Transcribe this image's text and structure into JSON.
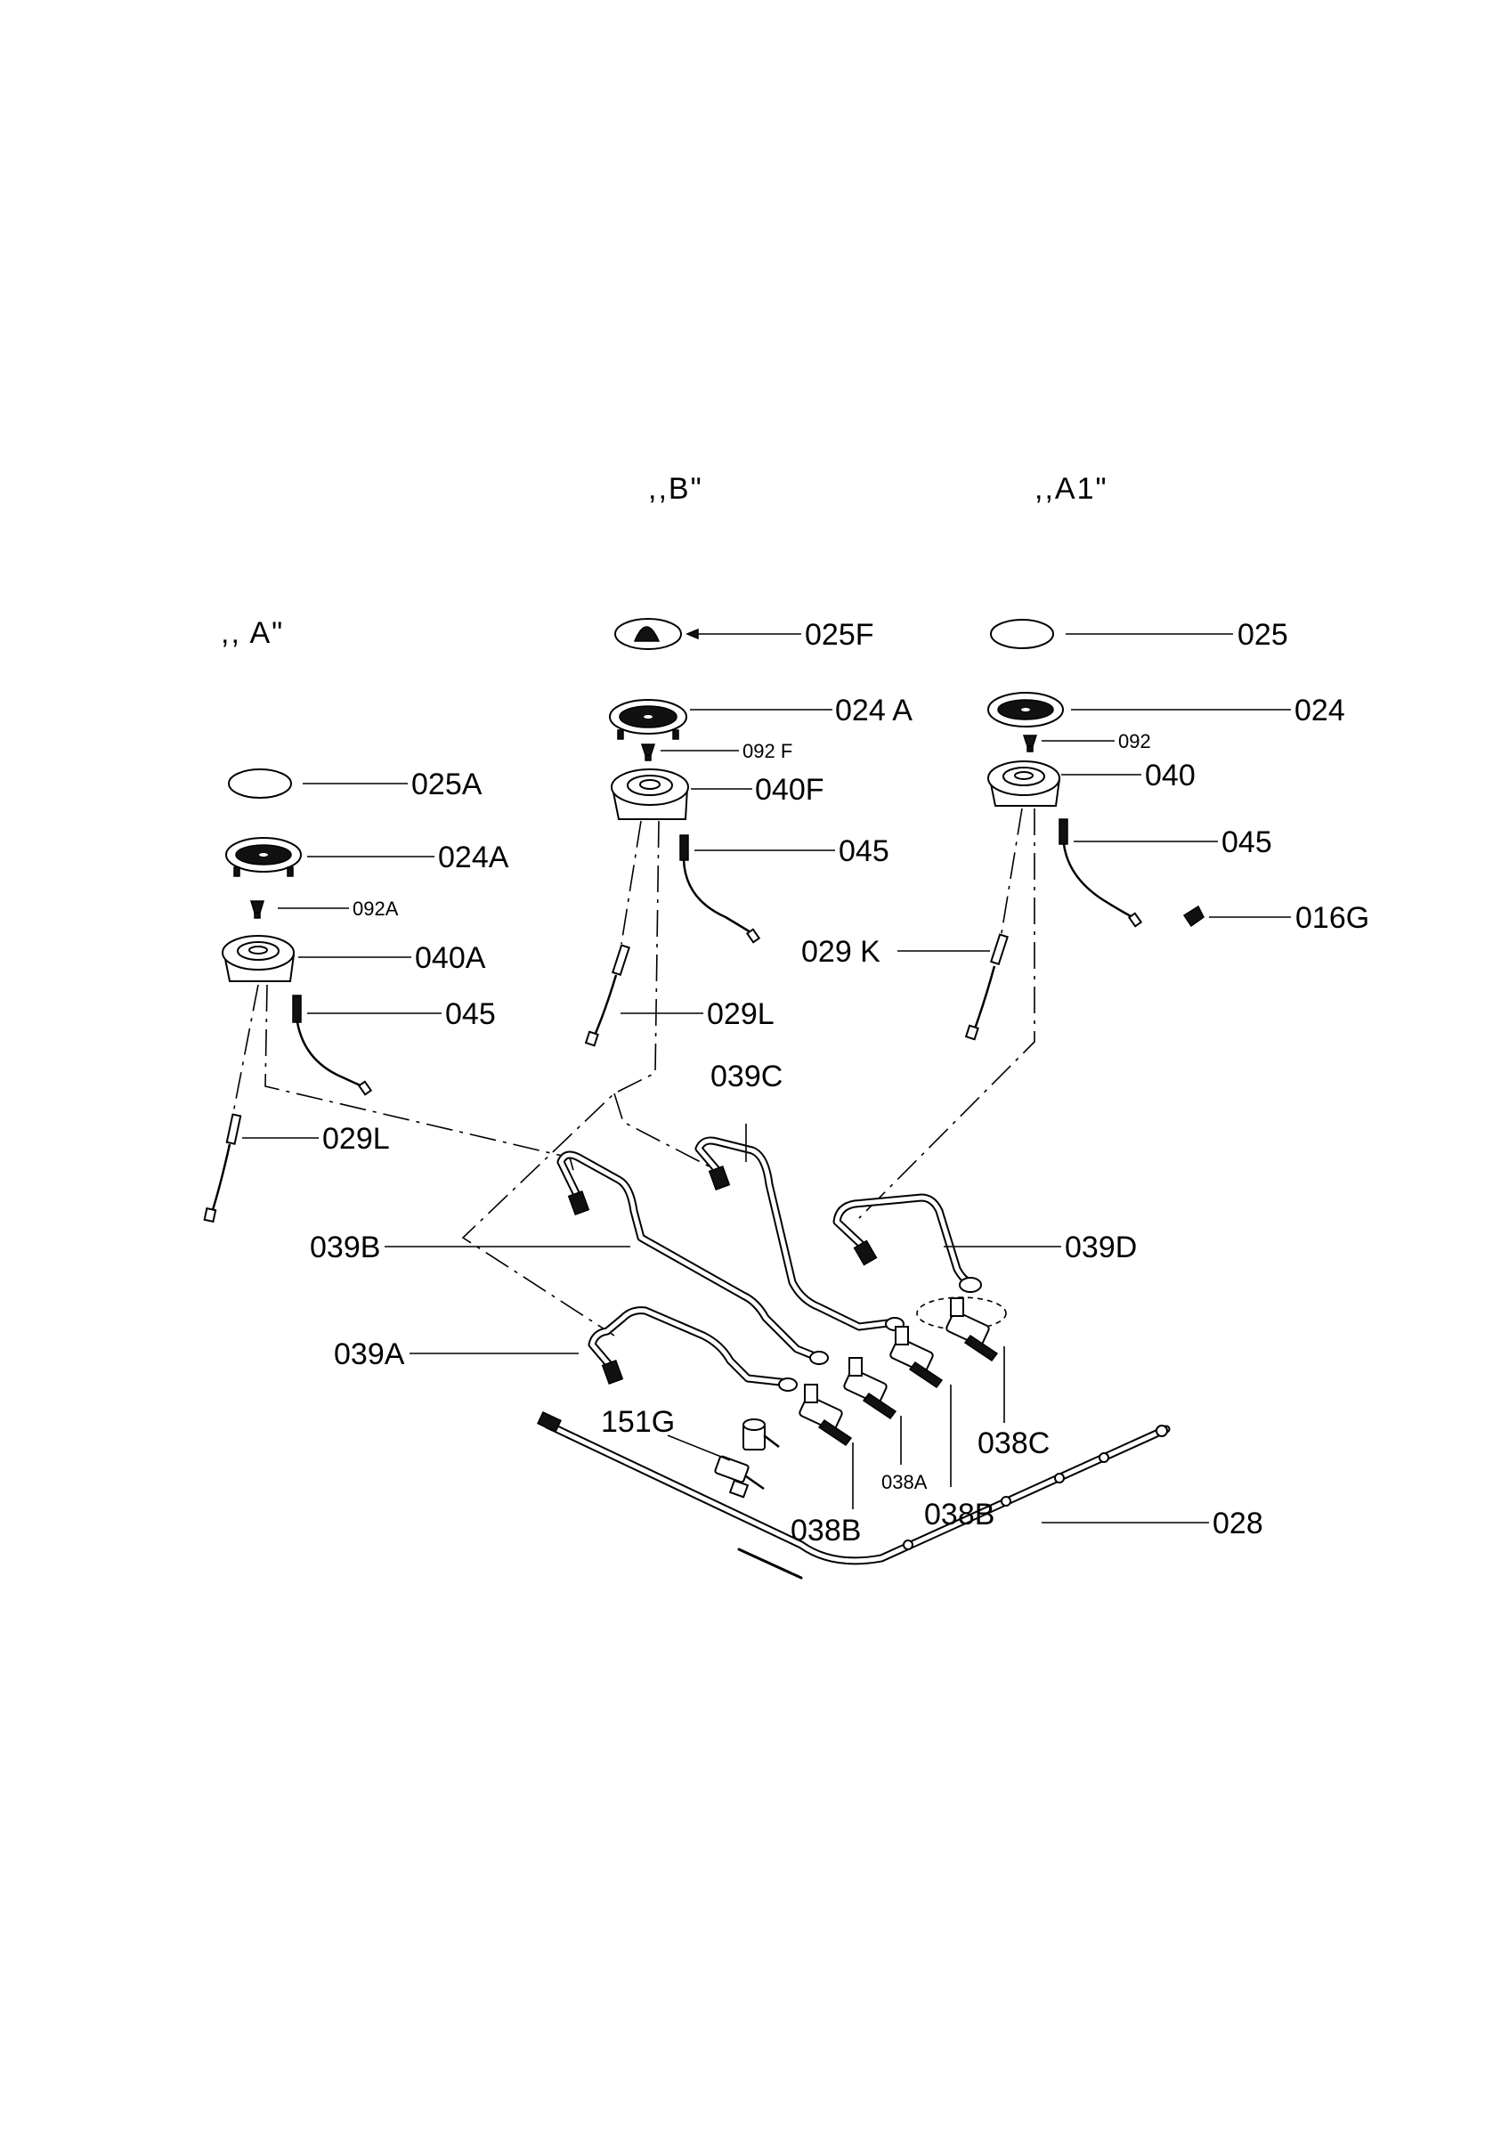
{
  "groups": {
    "a": ",, A\"",
    "b": ",,B\"",
    "a1": ",,A1\""
  },
  "labels": {
    "l025F": "025F",
    "l024A_b": "024 A",
    "l092F": "092 F",
    "l040F": "040F",
    "l045_b": "045",
    "l029L_b": "029L",
    "l025": "025",
    "l024": "024",
    "l092": "092",
    "l040": "040",
    "l045_a1": "045",
    "l016G": "016G",
    "l029K": "029 K",
    "l025A": "025A",
    "l024A_a": "024A",
    "l092A": "092A",
    "l040A": "040A",
    "l045_a": "045",
    "l029L_a": "029L",
    "l039C": "039C",
    "l039B": "039B",
    "l039D": "039D",
    "l039A": "039A",
    "l151G": "151G",
    "l038C": "038C",
    "l038A": "038A",
    "l038B_1": "038B",
    "l038B_2": "038B",
    "l028": "028"
  }
}
